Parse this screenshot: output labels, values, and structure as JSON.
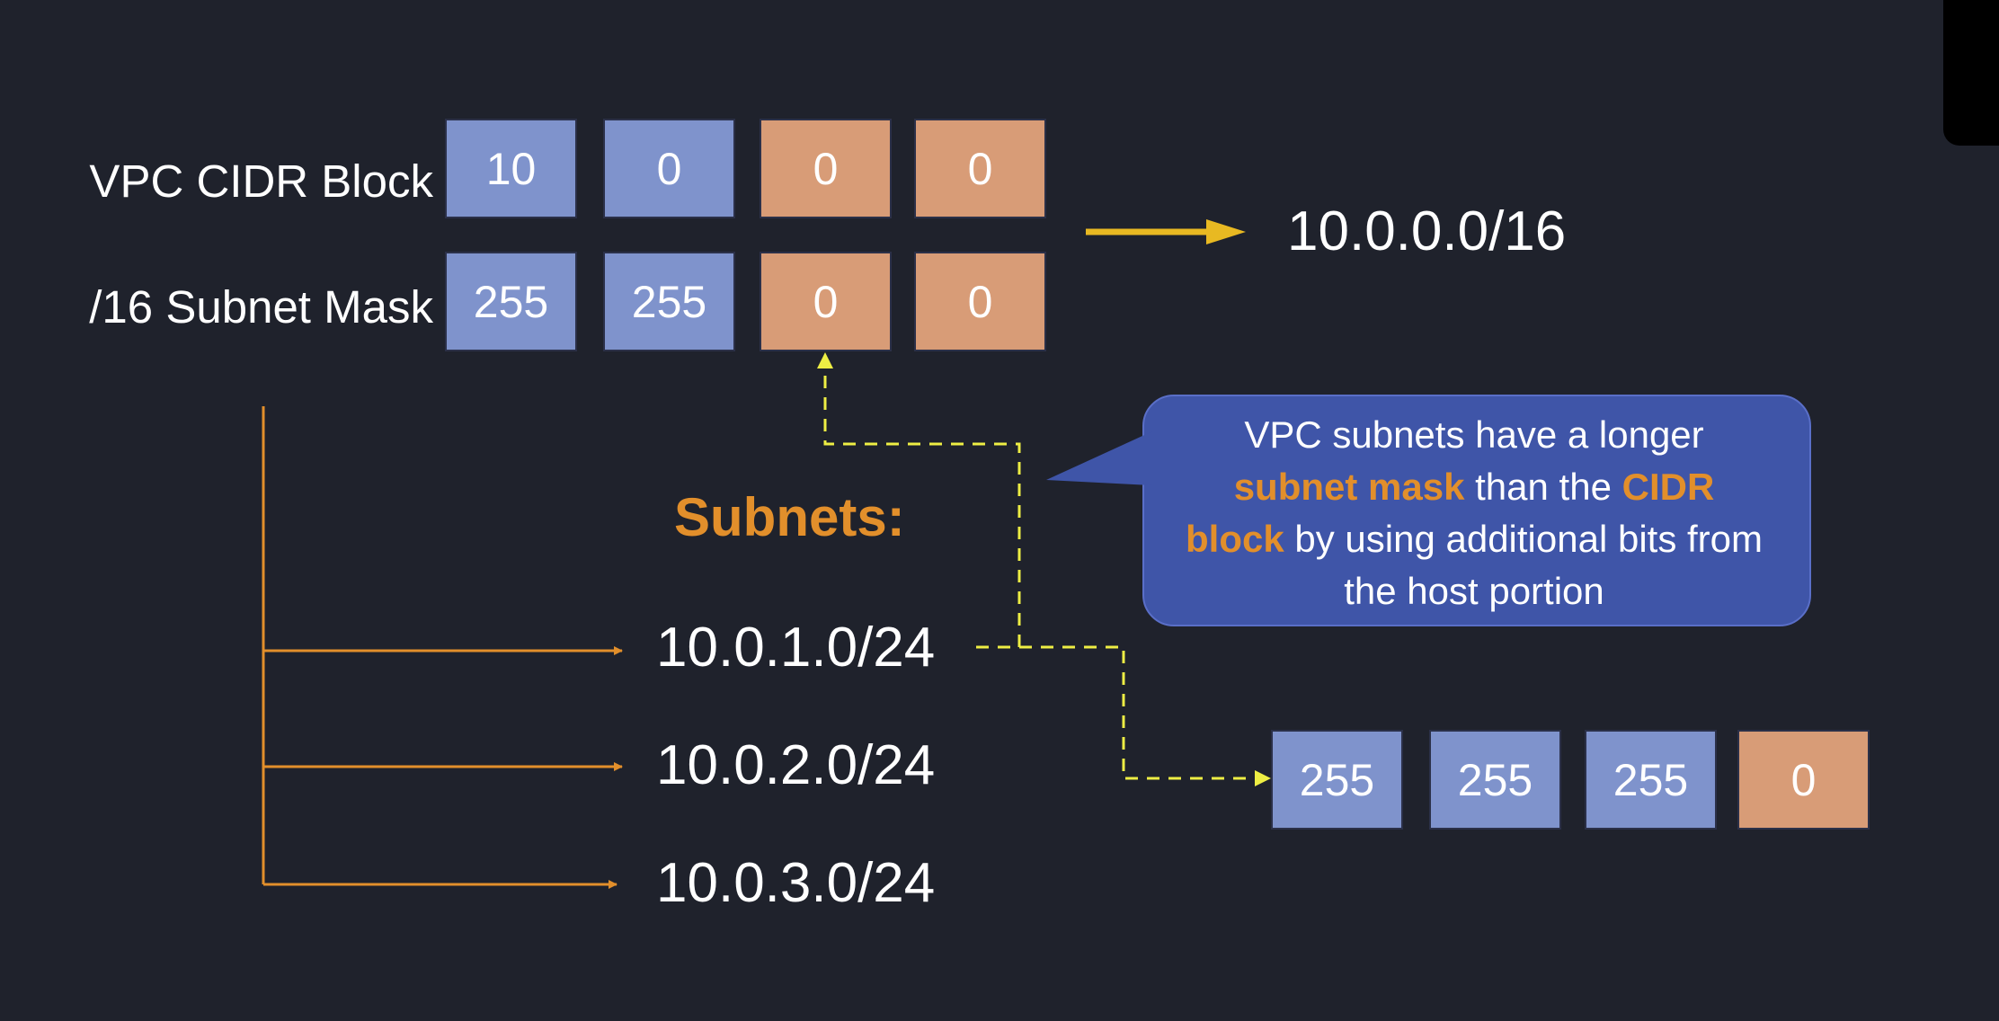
{
  "vpc": {
    "row_label": "VPC CIDR Block",
    "octets": [
      "10",
      "0",
      "0",
      "0"
    ]
  },
  "mask": {
    "row_label": "/16 Subnet Mask",
    "octets": [
      "255",
      "255",
      "0",
      "0"
    ]
  },
  "cidr_result": "10.0.0.0/16",
  "subnets": {
    "title": "Subnets:",
    "items": [
      "10.0.1.0/24",
      "10.0.2.0/24",
      "10.0.3.0/24"
    ]
  },
  "subnet_mask": {
    "octets": [
      "255",
      "255",
      "255",
      "0"
    ]
  },
  "callout": {
    "line1": "VPC subnets have a longer",
    "hl1": "subnet mask",
    "mid": " than the ",
    "hl2a": "CIDR",
    "hl2b": "block",
    "rest": " by using additional bits from the host portion"
  },
  "colors": {
    "background": "#1f222c",
    "network_octet": "#7f93cc",
    "host_octet": "#d89c77",
    "orange_accent": "#e28f2b",
    "yellow_arrow": "#e8b922",
    "dashed_yellow": "#eeee44",
    "callout_fill": "#3f55a8"
  }
}
